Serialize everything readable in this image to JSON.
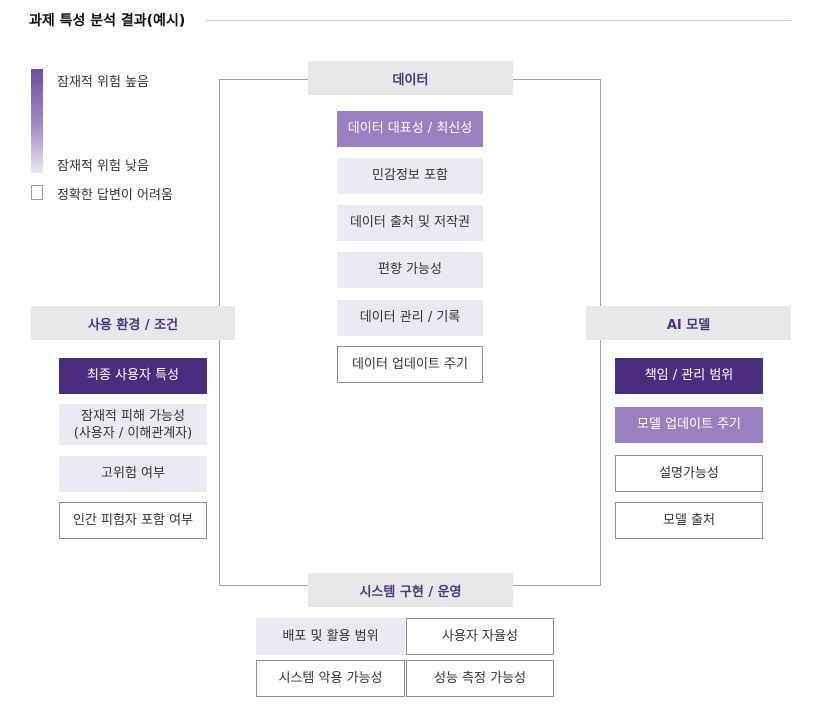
{
  "title": "과제 특성 분석 결과(예시)",
  "legend": {
    "high": "잠재적 위험 높음",
    "low": "잠재적 위험 낮음",
    "unclear": "정확한 답변이 어려움"
  },
  "colors": {
    "dark": "#4b2d80",
    "mid": "#9a80c0",
    "light": "#ede9f3",
    "category_bg": "#e8e8ea",
    "category_text": "#4d3584"
  },
  "categories": {
    "data": {
      "label": "데이터",
      "items": [
        {
          "label": "데이터 대표성 / 최신성",
          "level": "mid"
        },
        {
          "label": "민감정보 포함",
          "level": "light"
        },
        {
          "label": "데이터 출처 및 저작권",
          "level": "light"
        },
        {
          "label": "편향 가능성",
          "level": "light"
        },
        {
          "label": "데이터 관리 / 기록",
          "level": "light"
        },
        {
          "label": "데이터 업데이트 주기",
          "level": "unclear"
        }
      ]
    },
    "usage": {
      "label": "사용 환경 / 조건",
      "items": [
        {
          "label": "최종 사용자 특성",
          "level": "dark"
        },
        {
          "label": "잠재적 피해 가능성\n(사용자 / 이해관계자)",
          "level": "light"
        },
        {
          "label": "고위험 여부",
          "level": "light"
        },
        {
          "label": "인간 피험자 포함 여부",
          "level": "unclear"
        }
      ]
    },
    "model": {
      "label": "AI 모델",
      "items": [
        {
          "label": "책임 / 관리 범위",
          "level": "dark"
        },
        {
          "label": "모델 업데이트 주기",
          "level": "mid"
        },
        {
          "label": "설명가능성",
          "level": "unclear"
        },
        {
          "label": "모델 출처",
          "level": "unclear"
        }
      ]
    },
    "system": {
      "label": "시스템 구현 / 운영",
      "items": [
        {
          "label": "배포 및 활용 범위",
          "level": "light"
        },
        {
          "label": "사용자 자율성",
          "level": "unclear"
        },
        {
          "label": "시스템 악용 가능성",
          "level": "unclear"
        },
        {
          "label": "성능 측정 가능성",
          "level": "unclear"
        }
      ]
    }
  }
}
